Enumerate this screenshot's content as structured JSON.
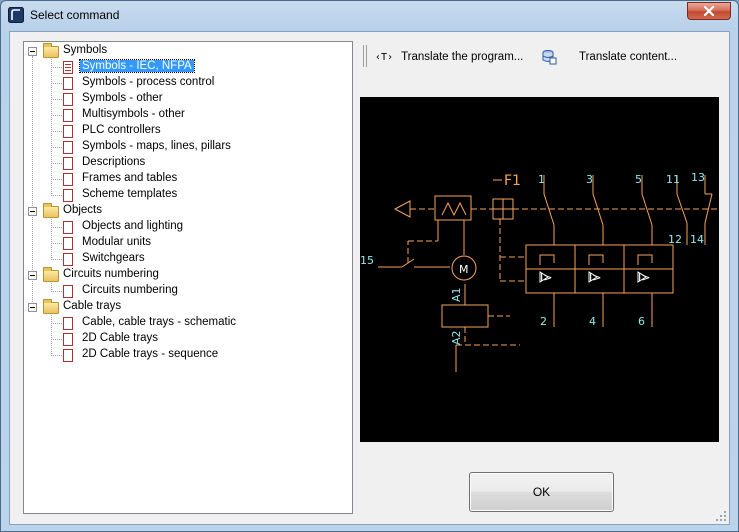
{
  "window": {
    "title": "Select command"
  },
  "tree": {
    "groups": [
      {
        "label": "Symbols",
        "items": [
          "Symbols - IEC, NFPA",
          "Symbols - process control",
          "Symbols - other",
          "Multisymbols - other",
          "PLC controllers",
          "Symbols - maps, lines, pillars",
          "Descriptions",
          "Frames and tables",
          "Scheme templates"
        ]
      },
      {
        "label": "Objects",
        "items": [
          "Objects and lighting",
          "Modular units",
          "Switchgears"
        ]
      },
      {
        "label": "Circuits numbering",
        "items": [
          "Circuits numbering"
        ]
      },
      {
        "label": "Cable trays",
        "items": [
          "Cable, cable trays - schematic",
          "2D Cable trays",
          "2D Cable trays - sequence"
        ]
      }
    ],
    "selected_item": "Symbols - IEC, NFPA"
  },
  "toolbar": {
    "translate_program_icon": "‹T›",
    "translate_program_label": "Translate the program...",
    "translate_content_label": "Translate content..."
  },
  "preview": {
    "labels": {
      "device": "F1",
      "t1": "1",
      "t3": "3",
      "t5": "5",
      "t11": "11",
      "t13": "13",
      "t12": "12",
      "t14": "14",
      "t2": "2",
      "t4": "4",
      "t6": "6",
      "t15": "15",
      "motor": "M",
      "a1": "A1",
      "a2": "A2",
      "trip1": "I>",
      "trip2": "I>",
      "trip3": "I>"
    },
    "colors": {
      "background": "#000000",
      "wire": "#f7a45a",
      "label": "#8ee8ee",
      "frame": "#ffffff"
    }
  },
  "buttons": {
    "ok": "OK"
  },
  "icons": {
    "app": "app-icon",
    "close": "close-icon",
    "folder": "folder-icon",
    "document": "document-icon",
    "translate-program": "translate-program-icon",
    "translate-content": "database-icon"
  }
}
